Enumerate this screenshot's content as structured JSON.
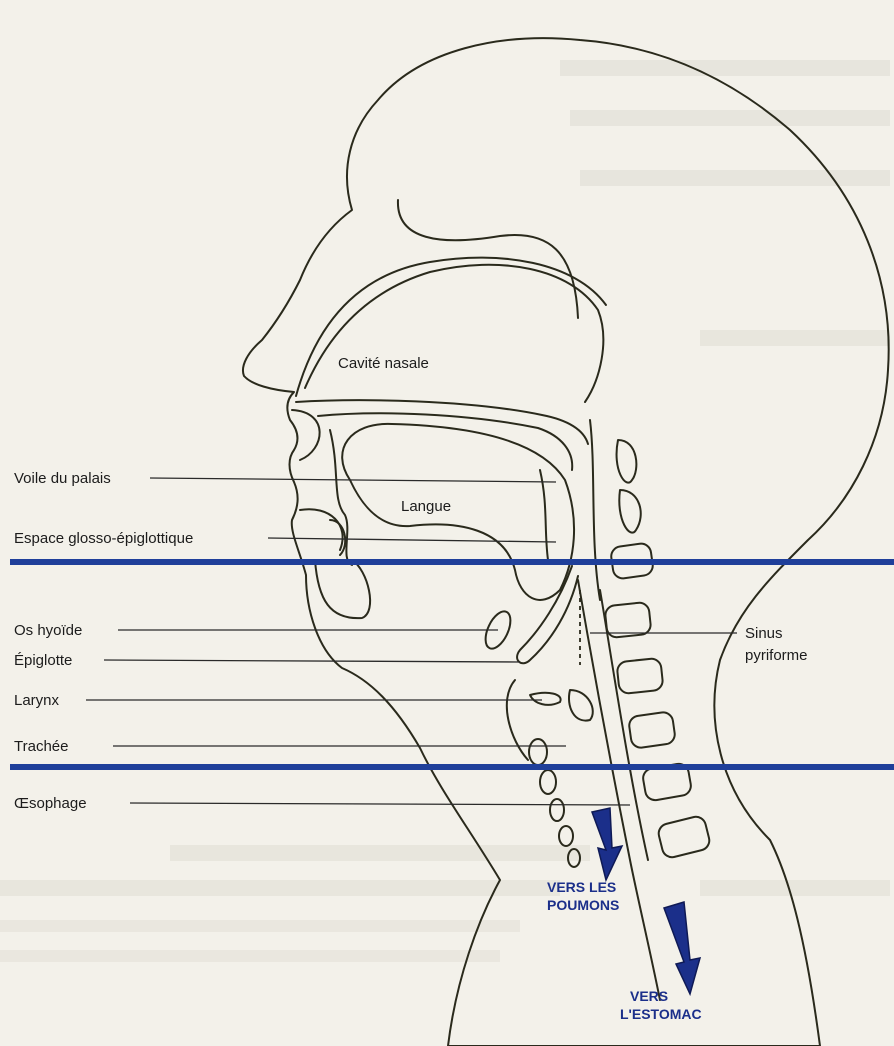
{
  "diagram": {
    "labels": {
      "cavite_nasale": "Cavité nasale",
      "langue": "Langue",
      "voile_du_palais": "Voile du palais",
      "espace_glosso": "Espace glosso-épiglottique",
      "os_hyoide": "Os hyoïde",
      "epiglotte": "Épiglotte",
      "larynx": "Larynx",
      "trachee": "Trachée",
      "oesophage": "Œsophage",
      "sinus_line1": "Sinus",
      "sinus_line2": "pyriforme"
    },
    "arrows": {
      "poumons_line1": "VERS LES",
      "poumons_line2": "POUMONS",
      "estomac_line1": "VERS",
      "estomac_line2": "L'ESTOMAC"
    },
    "colors": {
      "head_fill_top": "#fff8b0",
      "head_fill_bottom": "#f2a828",
      "band_blue": "#1f3f9a",
      "arrow_blue": "#1b2f8a",
      "page_background": "#f3f1ea"
    }
  }
}
